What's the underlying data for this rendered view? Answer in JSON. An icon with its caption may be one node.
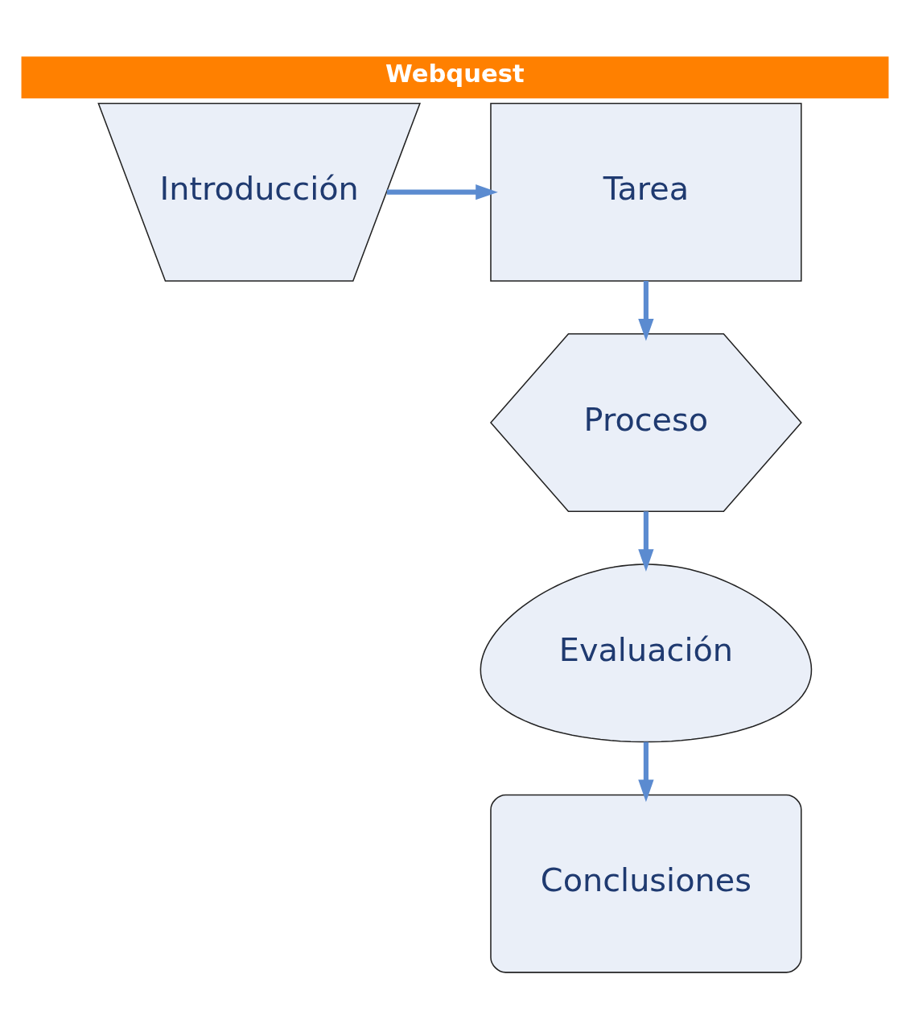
{
  "diagram": {
    "title": "Webquest",
    "nodes": [
      {
        "text": [
          "Introducción"
        ]
      },
      {
        "text": [
          "Tarea"
        ]
      },
      {
        "text": [
          "Proceso"
        ]
      },
      {
        "text": [
          "Evaluación"
        ]
      },
      {
        "text": [
          "Conclusiones"
        ]
      }
    ],
    "edges": [
      {
        "from": 0,
        "to": 1,
        "arrow": "to"
      },
      {
        "from": 1,
        "to": 2,
        "arrow": "to"
      },
      {
        "from": 2,
        "to": 3,
        "arrow": "to"
      },
      {
        "from": 3,
        "to": 4,
        "arrow": "to"
      }
    ]
  }
}
